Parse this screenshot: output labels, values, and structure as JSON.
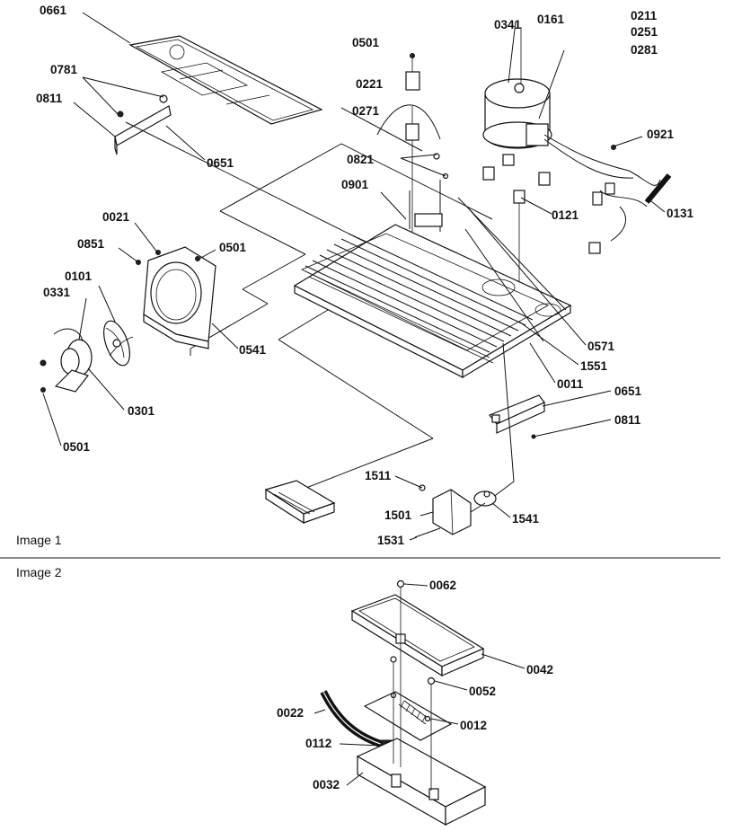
{
  "panels": [
    {
      "caption": "Image 1"
    },
    {
      "caption": "Image 2"
    }
  ],
  "labels": {
    "l0661": "0661",
    "l0781": "0781",
    "l0811a": "0811",
    "l0651a": "0651",
    "l0501a": "0501",
    "l0221": "0221",
    "l0271": "0271",
    "l0341": "0341",
    "l0161": "0161",
    "l0211": "0211",
    "l0251": "0251",
    "l0281": "0281",
    "l0921": "0921",
    "l0821": "0821",
    "l0901": "0901",
    "l0121": "0121",
    "l0131": "0131",
    "l0021": "0021",
    "l0851": "0851",
    "l0501b": "0501",
    "l0101": "0101",
    "l0331": "0331",
    "l0541": "0541",
    "l0301": "0301",
    "l0501c": "0501",
    "l0571": "0571",
    "l1551": "1551",
    "l0011": "0011",
    "l0651b": "0651",
    "l0811b": "0811",
    "l1511": "1511",
    "l1501": "1501",
    "l1541": "1541",
    "l1531": "1531",
    "l0062": "0062",
    "l0042": "0042",
    "l0052": "0052",
    "l0022": "0022",
    "l0012": "0012",
    "l0112": "0112",
    "l0032": "0032"
  }
}
